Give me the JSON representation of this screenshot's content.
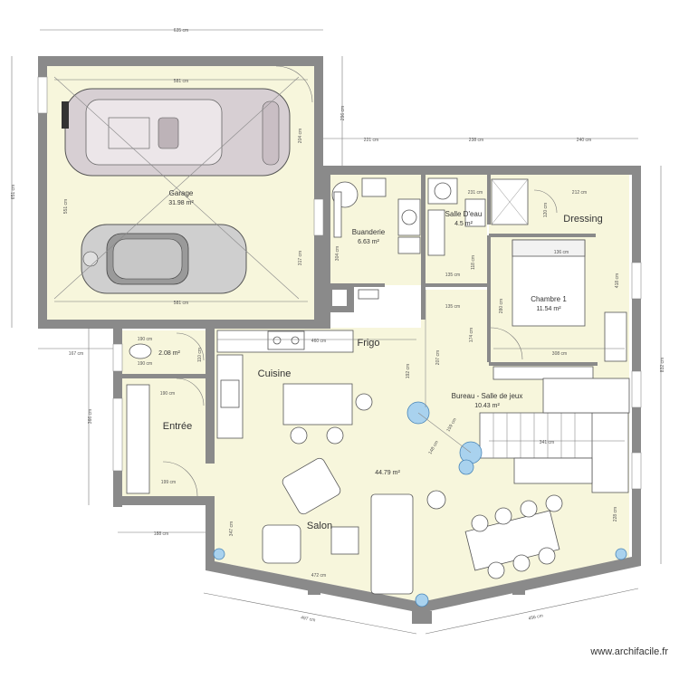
{
  "rooms": {
    "garage": {
      "name": "Garage",
      "area": "31.98 m²"
    },
    "buanderie": {
      "name": "Buanderie",
      "area": "6.63 m²"
    },
    "salle_deau": {
      "name": "Salle D'eau",
      "area": "4.5 m²"
    },
    "dressing": {
      "name": "Dressing"
    },
    "chambre": {
      "name": "Chambre 1",
      "area": "11.54 m²"
    },
    "wc": {
      "area": "2.08 m²"
    },
    "cuisine": {
      "name": "Cuisine"
    },
    "frigo": {
      "label": "Frigo"
    },
    "entree": {
      "name": "Entrée"
    },
    "bureau": {
      "name": "Bureau - Salle de jeux",
      "area": "10.43 m²"
    },
    "salon": {
      "name": "Salon",
      "area": "44.79 m²"
    }
  },
  "dimensions": {
    "top_width": "635 cm",
    "garage_inner_width": "581 cm",
    "garage_inner_width_bottom": "581 cm",
    "left_height": "651 cm",
    "garage_depth": "551 cm",
    "right_top_height": "296 cm",
    "garage_side": "204 cm",
    "garage_side_lower": "317 cm",
    "seg_221": "221 cm",
    "seg_238": "238 cm",
    "seg_240": "240 cm",
    "seg_231": "231 cm",
    "seg_212": "212 cm",
    "seg_136": "136 cm",
    "seg_120": "120 cm",
    "seg_304": "304 cm",
    "seg_135a": "135 cm",
    "seg_135b": "135 cm",
    "seg_118": "118 cm",
    "seg_280": "280 cm",
    "seg_418": "418 cm",
    "seg_308": "308 cm",
    "right_height": "832 cm",
    "seg_167": "167 cm",
    "seg_460": "460 cm",
    "seg_190a": "190 cm",
    "seg_190b": "190 cm",
    "seg_190c": "190 cm",
    "seg_110": "110 cm",
    "seg_366": "366 cm",
    "seg_199": "199 cm",
    "seg_188": "188 cm",
    "seg_207": "207 cm",
    "seg_192": "192 cm",
    "seg_174": "174 cm",
    "seg_341": "341 cm",
    "seg_159": "159 cm",
    "seg_148": "148 cm",
    "seg_228": "228 cm",
    "seg_472": "472 cm",
    "seg_347": "347 cm",
    "bottom_left": "497 cm",
    "bottom_right": "456 cm"
  },
  "watermark": "www.archifacile.fr"
}
